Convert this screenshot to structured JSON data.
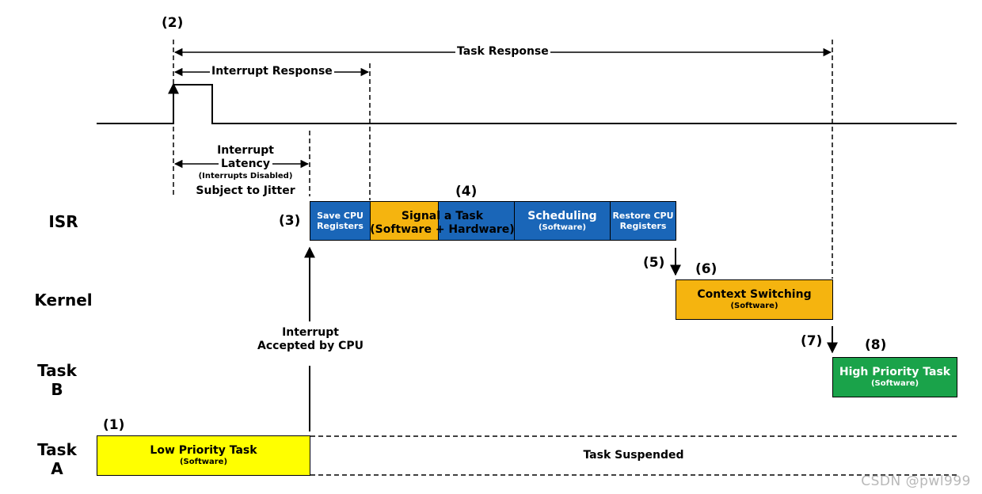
{
  "markers": {
    "m1": "(1)",
    "m2": "(2)",
    "m3": "(3)",
    "m4": "(4)",
    "m5": "(5)",
    "m6": "(6)",
    "m7": "(7)",
    "m8": "(8)"
  },
  "rows": {
    "isr": "ISR",
    "kernel": "Kernel",
    "task_b": [
      "Task",
      "B"
    ],
    "task_a": [
      "Task",
      "A"
    ]
  },
  "spans": {
    "task_response": "Task Response",
    "interrupt_response": "Interrupt Response"
  },
  "latency": {
    "line1": "Interrupt",
    "line2": "Latency",
    "note": "(Interrupts Disabled)",
    "jitter": "Subject to Jitter"
  },
  "interrupt_accepted": [
    "Interrupt",
    "Accepted by CPU"
  ],
  "boxes": {
    "save_cpu": [
      "Save CPU",
      "Registers"
    ],
    "signal_task": [
      "Signal a Task",
      "(Software + Hardware)"
    ],
    "scheduling": [
      "Scheduling",
      "(Software)"
    ],
    "restore_cpu": [
      "Restore CPU",
      "Registers"
    ],
    "context_switching": [
      "Context Switching",
      "(Software)"
    ],
    "high_priority": [
      "High Priority Task",
      "(Software)"
    ],
    "low_priority": [
      "Low Priority Task",
      "(Software)"
    ]
  },
  "task_suspended": "Task Suspended",
  "watermark": "CSDN @pwl999",
  "colors": {
    "isr_blue": "#1a66b8",
    "signal_orange": "#f5b40f",
    "low_priority_yellow": "#ffff00",
    "high_priority_green": "#1aa34a"
  }
}
